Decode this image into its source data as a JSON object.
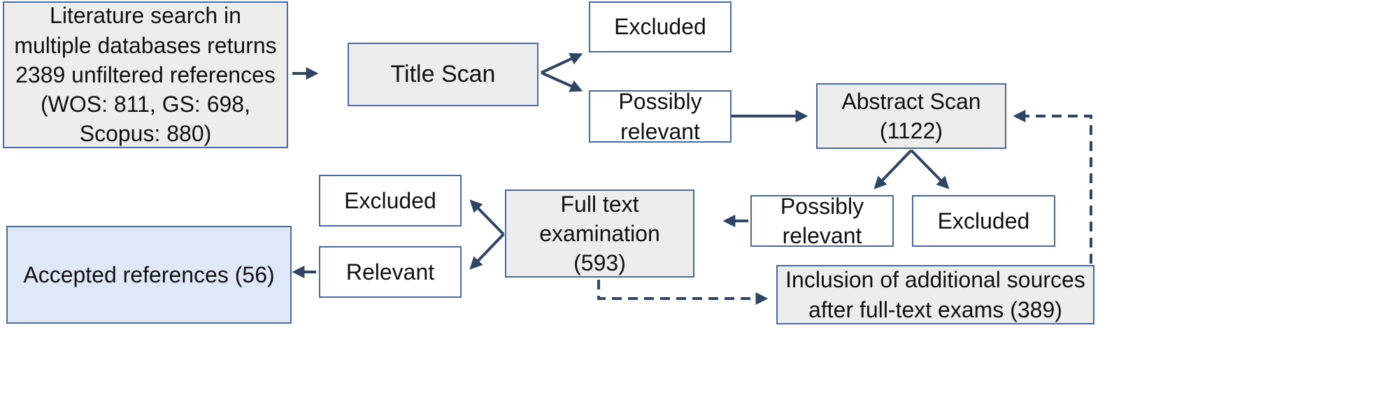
{
  "nodes": {
    "literature_search": "Literature search in\nmultiple databases returns\n2389 unfiltered references\n(WOS: 811, GS: 698,\nScopus: 880)",
    "title_scan": "Title Scan",
    "excluded_1": "Excluded",
    "possibly_relevant_1": "Possibly\nrelevant",
    "abstract_scan": "Abstract Scan\n(1122)",
    "possibly_relevant_2": "Possibly\nrelevant",
    "excluded_2": "Excluded",
    "full_text": "Full text\nexamination\n(593)",
    "excluded_3": "Excluded",
    "relevant": "Relevant",
    "accepted": "Accepted references (56)",
    "additional_sources": "Inclusion of additional sources\nafter full-text exams (389)"
  },
  "colors": {
    "box_border": "#4a6aa6",
    "arrow": "#2e4566",
    "gray_fill": "#ededed",
    "accepted_fill": "#dfe8f7"
  }
}
